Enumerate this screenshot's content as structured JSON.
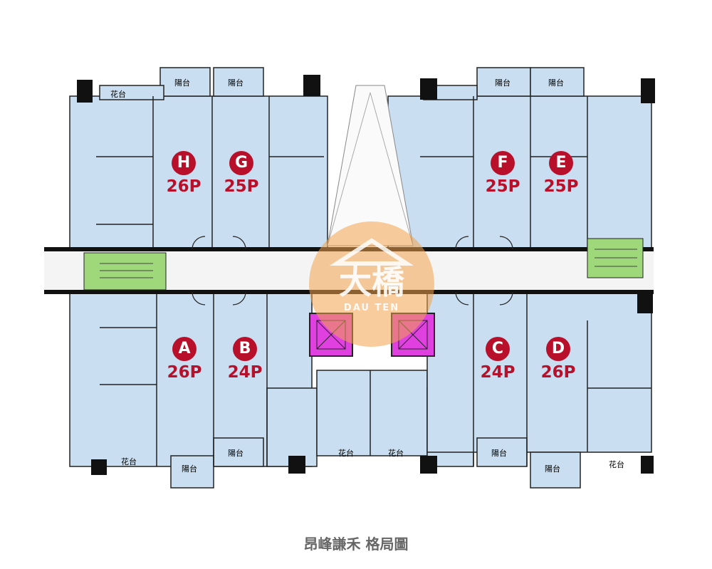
{
  "title": "昂峰謙禾 格局圖",
  "watermark": {
    "logo_text": "大橋",
    "sub_text": "DAU TEN"
  },
  "labels": {
    "balcony": "陽台",
    "planter": "花台"
  },
  "units": [
    {
      "id": "H",
      "size": "26P"
    },
    {
      "id": "G",
      "size": "25P"
    },
    {
      "id": "F",
      "size": "25P"
    },
    {
      "id": "E",
      "size": "25P"
    },
    {
      "id": "A",
      "size": "26P"
    },
    {
      "id": "B",
      "size": "24P"
    },
    {
      "id": "C",
      "size": "24P"
    },
    {
      "id": "D",
      "size": "26P"
    }
  ],
  "colors": {
    "room": "#c9def0",
    "wall": "#111111",
    "badge": "#b8102a",
    "stair": "#9ed87a",
    "elevator": "#e040e0",
    "corridor": "#f5f5f5",
    "logo": "#f2a24a"
  }
}
